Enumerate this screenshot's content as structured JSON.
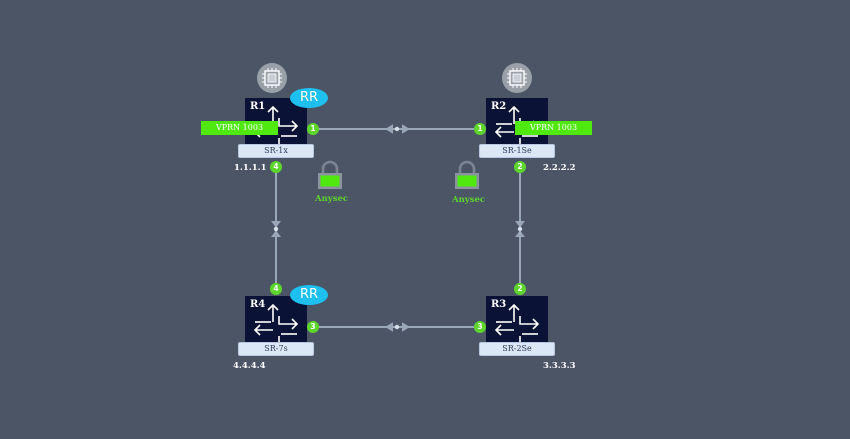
{
  "routers": {
    "r1": {
      "name": "R1",
      "model": "SR-1x",
      "ip": "1.1.1.1"
    },
    "r2": {
      "name": "R2",
      "model": "SR-1Se",
      "ip": "2.2.2.2"
    },
    "r3": {
      "name": "R3",
      "model": "SR-2Se",
      "ip": "3.3.3.3"
    },
    "r4": {
      "name": "R4",
      "model": "SR-7s",
      "ip": "4.4.4.4"
    }
  },
  "badges": {
    "rr": "RR",
    "vprn": "VPRN 1003",
    "anysec": "Anysec"
  },
  "ports": {
    "r1_east": "1",
    "r2_west": "1",
    "r1_south": "4",
    "r4_north": "4",
    "r2_south": "2",
    "r3_north": "2",
    "r4_east": "3",
    "r3_west": "3"
  },
  "icons": {
    "router": "router-icon",
    "chassis": "cpu-chip-icon",
    "lock": "lock-icon"
  },
  "colors": {
    "background": "#4c5566",
    "router": "#0a1235",
    "port": "#5dd62c",
    "rr": "#1ec0f0",
    "vprn": "#4fe80f",
    "link": "#9aa7b8",
    "anysec": "#5dd62c"
  }
}
